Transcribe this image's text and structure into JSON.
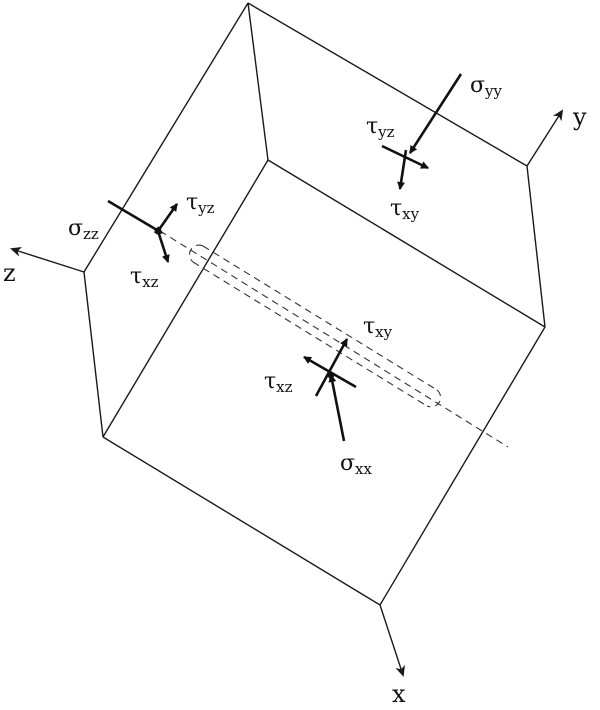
{
  "axes": {
    "x": "x",
    "y": "y",
    "z": "z"
  },
  "labels": {
    "sigma_yy": {
      "symbol": "σ",
      "sub": "yy"
    },
    "tau_yz_top": {
      "symbol": "τ",
      "sub": "yz"
    },
    "tau_xy_top": {
      "symbol": "τ",
      "sub": "xy"
    },
    "sigma_zz": {
      "symbol": "σ",
      "sub": "zz"
    },
    "tau_yz_left": {
      "symbol": "τ",
      "sub": "yz"
    },
    "tau_xz_left": {
      "symbol": "τ",
      "sub": "xz"
    },
    "tau_xy_front": {
      "symbol": "τ",
      "sub": "xy"
    },
    "tau_xz_front": {
      "symbol": "τ",
      "sub": "xz"
    },
    "sigma_xx": {
      "symbol": "σ",
      "sub": "xx"
    }
  }
}
